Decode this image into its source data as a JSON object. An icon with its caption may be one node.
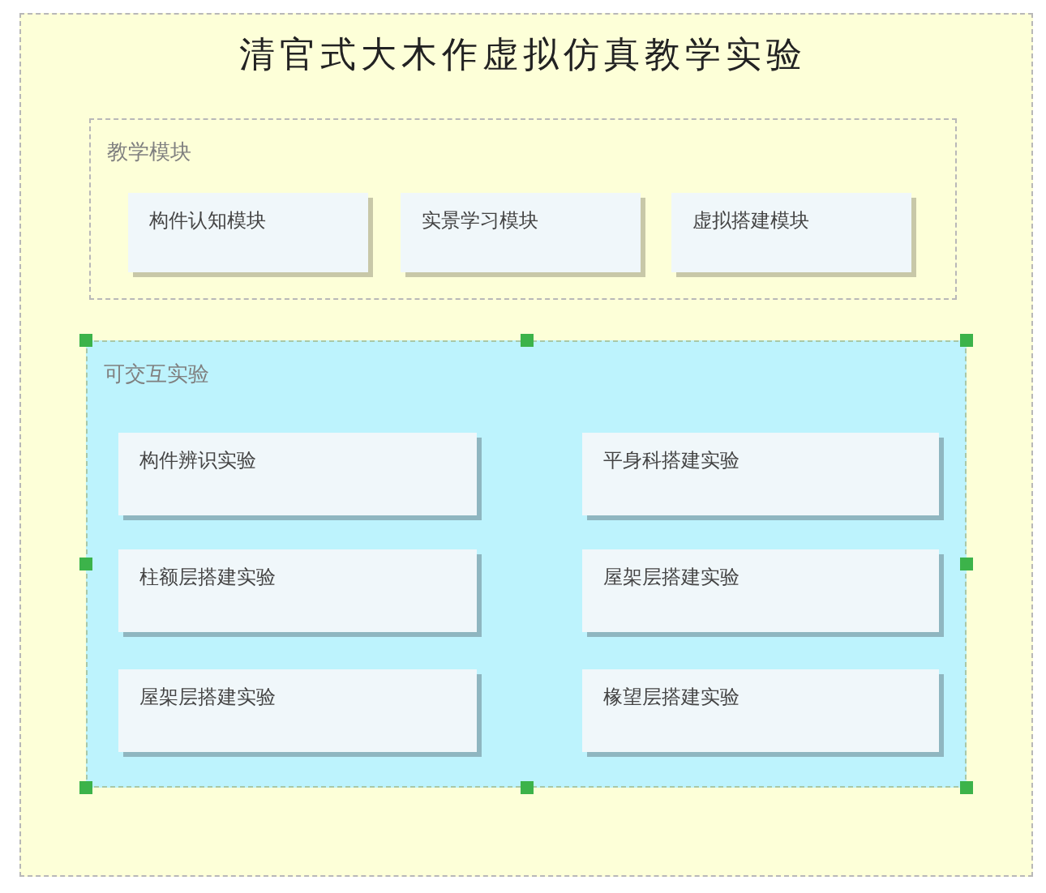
{
  "diagram": {
    "title": "清官式大木作虚拟仿真教学实验",
    "nodes": [
      {
        "text": [],
        "shape": "box"
      },
      {
        "text": [
          "教学模块"
        ],
        "in": 0
      },
      {
        "text": [
          "构件认知模块"
        ],
        "in": 1
      },
      {
        "text": [
          "实景学习模块"
        ],
        "in": 1
      },
      {
        "text": [
          "虚拟搭建模块"
        ],
        "in": 1
      },
      {
        "text": [
          "可交互实验"
        ],
        "in": 0
      },
      {
        "text": [
          "构件辨识实验"
        ],
        "in": 5
      },
      {
        "text": [
          "平身科搭建实验"
        ],
        "in": 5
      },
      {
        "text": [
          "柱额层搭建实验"
        ],
        "in": 5
      },
      {
        "text": [
          "屋架层搭建实验"
        ],
        "in": 5
      },
      {
        "text": [
          "屋架层搭建实验"
        ],
        "in": 5
      },
      {
        "text": [
          "椽望层搭建实验"
        ],
        "in": 5
      }
    ]
  }
}
